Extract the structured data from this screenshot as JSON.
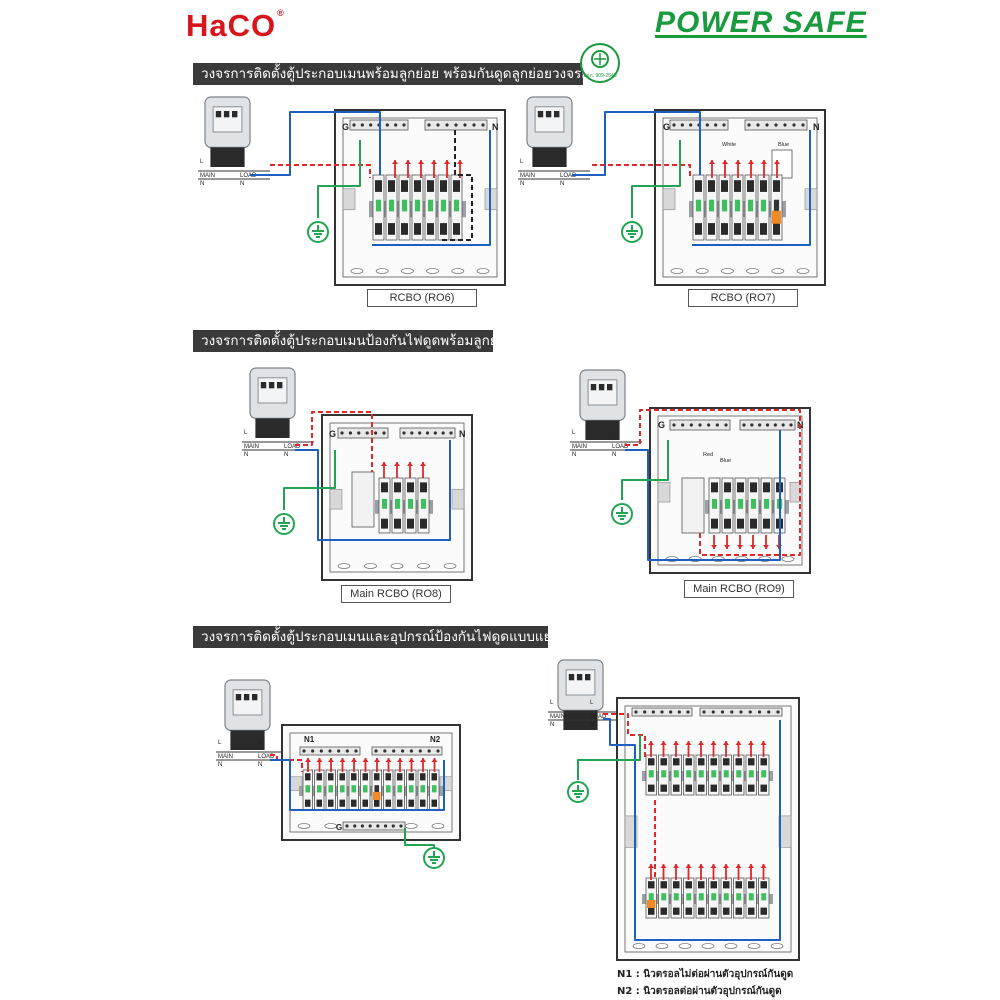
{
  "brand": {
    "left": "HaCO",
    "left_mark": "®",
    "right": "POWER SAFE"
  },
  "cert_badge": {
    "text": "มอก. 909-2548"
  },
  "section1": {
    "title": "วงจรการติดตั้งตู้ประกอบเมนพร้อมลูกย่อย พร้อมกันดูดลูกย่อยวงจรย่อย"
  },
  "section2": {
    "title": "วงจรการติดตั้งตู้ประกอบเมนป้องกันไฟดูดพร้อมลูกย่อย"
  },
  "section3": {
    "title": "วงจรการติดตั้งตู้ประกอบเมนและอุปกรณ์ป้องกันไฟดูดแบบแยกส่วน"
  },
  "captions": {
    "ro6": "RCBO (RO6)",
    "ro7": "RCBO (RO7)",
    "ro8": "Main RCBO (RO8)",
    "ro9": "Main RCBO (RO9)"
  },
  "meter_labels": {
    "main": "MAIN",
    "load": "LOAD",
    "l": "L",
    "n": "N"
  },
  "panel_labels": {
    "g": "G",
    "n": "N",
    "n1": "N1",
    "n2": "N2",
    "white": "White",
    "blue": "Blue",
    "red": "Red"
  },
  "notes": {
    "n1": "N1 : นิวตรอลไม่ต่อผ่านตัวอุปกรณ์กันดูด",
    "n2": "N2 : นิวตรอลต่อผ่านตัวอุปกรณ์กันดูด"
  },
  "colors": {
    "haco_red": "#d8141c",
    "power_safe_green": "#1a9a3e",
    "banner_bg": "#3a3a3a",
    "wire_blue": "#1f5fbf",
    "wire_red": "#e0282a",
    "wire_green": "#22a552",
    "wire_dark": "#222222"
  }
}
